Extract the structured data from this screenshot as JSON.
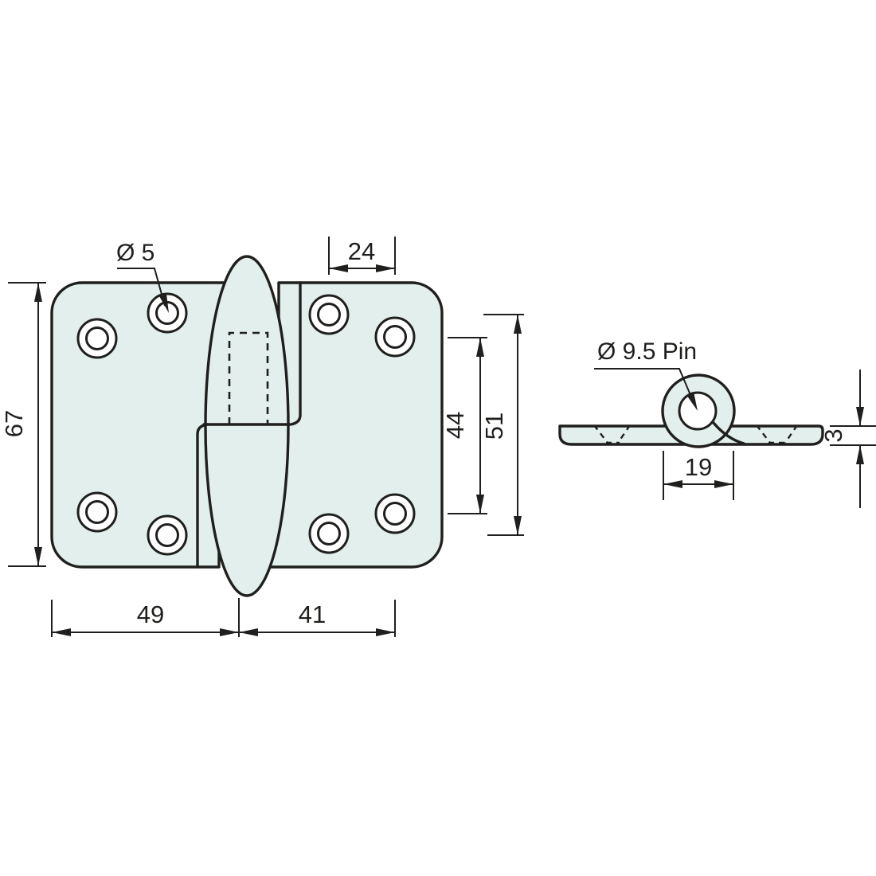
{
  "colors": {
    "plate_fill": "#e2efec",
    "line": "#1f1f1d",
    "hole_fill": "#ffffff",
    "background": "#ffffff"
  },
  "front_view": {
    "dims": {
      "height": "67",
      "hole_diameter": "Ø 5",
      "top_hole_spacing": "24",
      "right_inner_hole_span": "44",
      "right_outer_hole_span": "51",
      "left_leaf_width": "49",
      "right_leaf_width": "41"
    }
  },
  "side_view": {
    "dims": {
      "pin_diameter": "Ø 9.5 Pin",
      "knuckle_width": "19",
      "leaf_thickness": "3"
    }
  }
}
